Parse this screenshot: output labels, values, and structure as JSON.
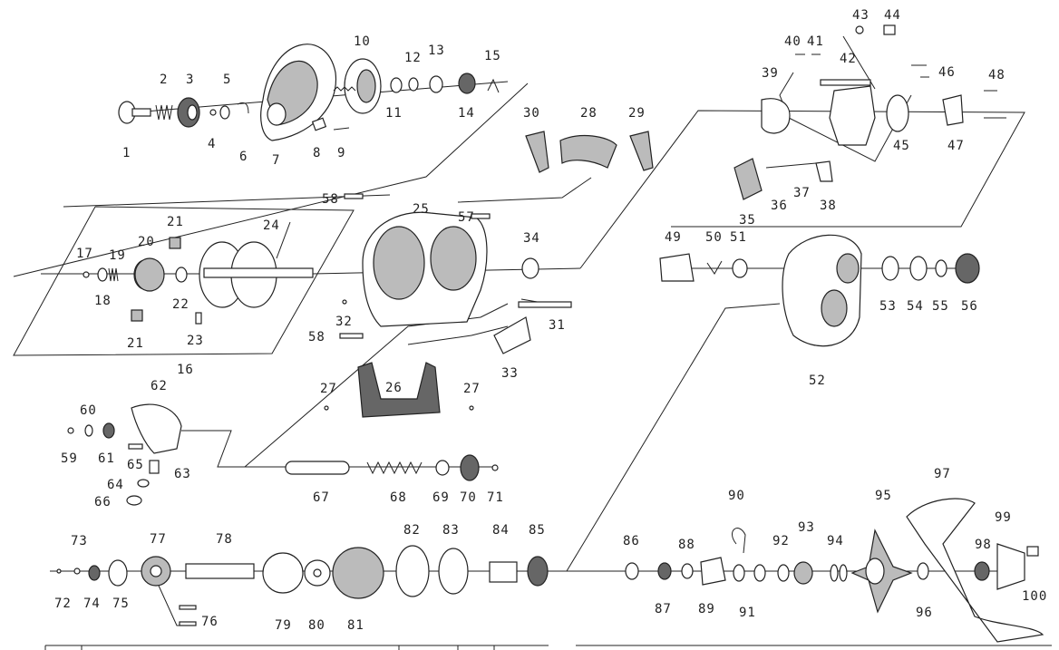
{
  "labels": {
    "l1": "1",
    "l2": "2",
    "l3": "3",
    "l4": "4",
    "l5": "5",
    "l6": "6",
    "l7": "7",
    "l8": "8",
    "l9": "9",
    "l10": "10",
    "l11": "11",
    "l12": "12",
    "l13": "13",
    "l14": "14",
    "l15": "15",
    "l16": "16",
    "l17": "17",
    "l18": "18",
    "l19": "19",
    "l20": "20",
    "l21a": "21",
    "l21b": "21",
    "l22": "22",
    "l23": "23",
    "l24": "24",
    "l25": "25",
    "l26": "26",
    "l27a": "27",
    "l27b": "27",
    "l28": "28",
    "l29": "29",
    "l30": "30",
    "l31": "31",
    "l32": "32",
    "l33": "33",
    "l34": "34",
    "l35": "35",
    "l36": "36",
    "l37": "37",
    "l38": "38",
    "l39": "39",
    "l40": "40",
    "l41": "41",
    "l42": "42",
    "l43": "43",
    "l44": "44",
    "l45": "45",
    "l46": "46",
    "l47": "47",
    "l48": "48",
    "l49": "49",
    "l50": "50",
    "l51": "51",
    "l52": "52",
    "l53": "53",
    "l54": "54",
    "l55": "55",
    "l56": "56",
    "l57": "57",
    "l58a": "58",
    "l58b": "58",
    "l59": "59",
    "l60": "60",
    "l61": "61",
    "l62": "62",
    "l63": "63",
    "l64": "64",
    "l65": "65",
    "l66": "66",
    "l67": "67",
    "l68": "68",
    "l69": "69",
    "l70": "70",
    "l71": "71",
    "l72": "72",
    "l73": "73",
    "l74": "74",
    "l75": "75",
    "l76": "76",
    "l77": "77",
    "l78": "78",
    "l79": "79",
    "l80": "80",
    "l81": "81",
    "l82": "82",
    "l83": "83",
    "l84": "84",
    "l85": "85",
    "l86": "86",
    "l87": "87",
    "l88": "88",
    "l89": "89",
    "l90": "90",
    "l91": "91",
    "l92": "92",
    "l93": "93",
    "l94": "94",
    "l95": "95",
    "l96": "96",
    "l97": "97",
    "l98": "98",
    "l99": "99",
    "l100": "100"
  }
}
